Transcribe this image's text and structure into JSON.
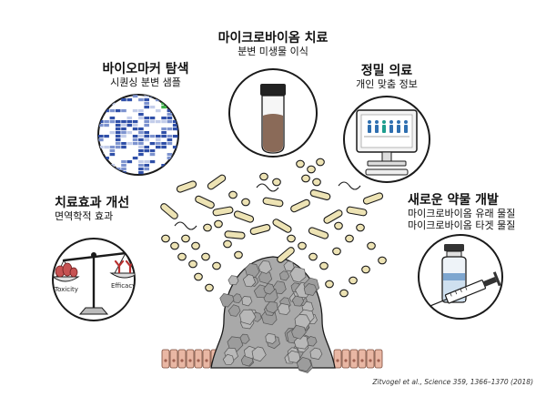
{
  "labels": {
    "microbiome_therapy": {
      "title": "마이크로바이옴 치료",
      "subtitle": "분변 미생물 이식"
    },
    "biomarker": {
      "title": "바이오마커 탐색",
      "subtitle": "시퀀싱 분변 샘플"
    },
    "precision_medicine": {
      "title": "정밀 의료",
      "subtitle": "개인 맞춤 정보"
    },
    "efficacy": {
      "title": "치료효과 개선",
      "subtitle": "면역학적 효과"
    },
    "new_drug": {
      "title": "새로운 약물 개발",
      "line1": "마이크로바이옴 유래 물질",
      "line2": "마이크로바이옴 타겟 물질"
    }
  },
  "scale_labels": {
    "left": "Toxicity",
    "right": "Efficacy"
  },
  "citation": "Zitvogel et al., Science 359, 1366–1370 (2018)",
  "colors": {
    "stroke": "#1a1a1a",
    "bacteria": "#ede3b4",
    "tumor": "#a9a9a9",
    "stool": "#8a6a58",
    "heatmap_blue": "#2f4fa8",
    "heatmap_green": "#3cb24a",
    "epithelium": "#e9b7a4"
  },
  "icons": [
    "stool-tube-icon",
    "heatmap-icon",
    "monitor-icon",
    "balance-scale-icon",
    "vial-syringe-icon",
    "tumor-icon",
    "bacteria-icon"
  ]
}
